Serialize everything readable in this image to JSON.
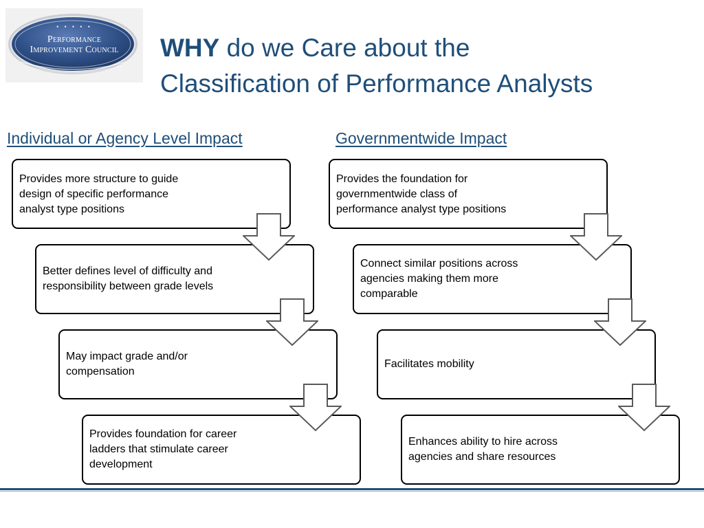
{
  "logo": {
    "dots": "• • • • •",
    "line1": "Performance",
    "line2": "Improvement Council"
  },
  "title": {
    "emphasis": "WHY",
    "line1_rest": " do we Care about the",
    "line2": "Classification of Performance Analysts"
  },
  "columns": {
    "left": {
      "heading": "Individual or Agency Level Impact",
      "boxes": [
        "Provides more structure to guide design of specific  performance analyst type positions",
        "Better defines level of difficulty and responsibility between grade levels",
        "May impact grade and/or compensation",
        "Provides foundation for career ladders that stimulate career development"
      ]
    },
    "right": {
      "heading": "Governmentwide Impact",
      "boxes": [
        "Provides the foundation for governmentwide class of performance analyst type positions",
        "Connect similar positions across agencies making them more comparable",
        "Facilitates mobility",
        "Enhances ability to hire across agencies and share resources"
      ]
    }
  },
  "colors": {
    "title": "#1f4e79",
    "logo_oval": "#2e4f86",
    "arrow_fill": "#ffffff",
    "arrow_stroke": "#5a5a5a"
  },
  "icons": {
    "flow_arrow": "down-block-arrow-icon"
  }
}
